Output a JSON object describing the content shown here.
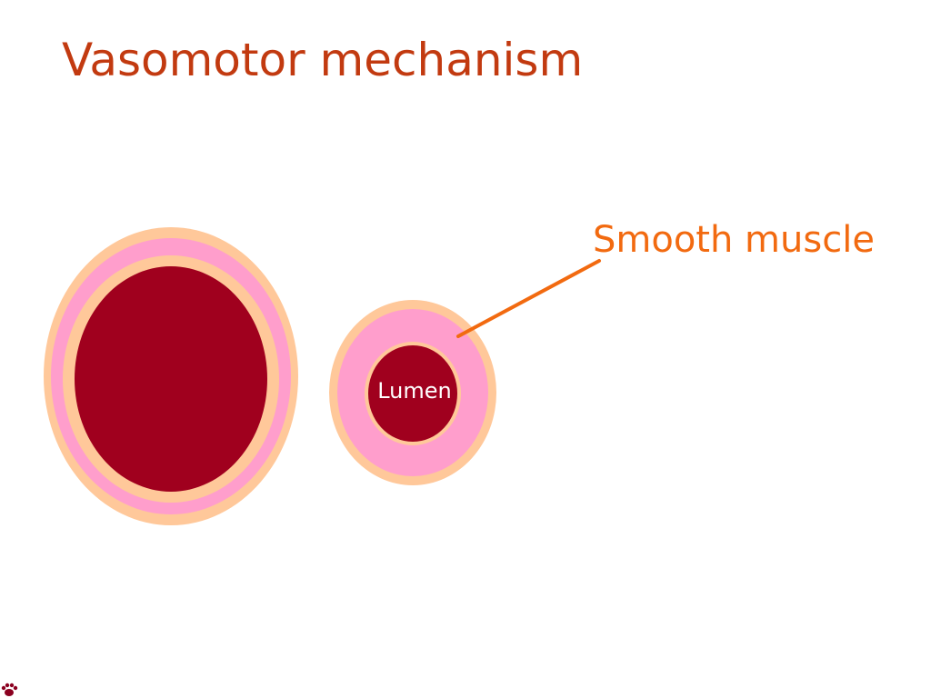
{
  "slide": {
    "title": "Vasomotor mechanism"
  },
  "diagram": {
    "callout_label": "Smooth muscle",
    "lumen_label": "Lumen",
    "colors": {
      "title": "#c23a10",
      "callout": "#f26a10",
      "adventitia": "#ffc89a",
      "smooth_muscle": "#ff9ecc",
      "lumen": "#a0001e",
      "lumen_text": "#ffffff",
      "footer_icon": "#8b0020"
    }
  },
  "footer": {
    "icon": "paw-print-icon"
  }
}
